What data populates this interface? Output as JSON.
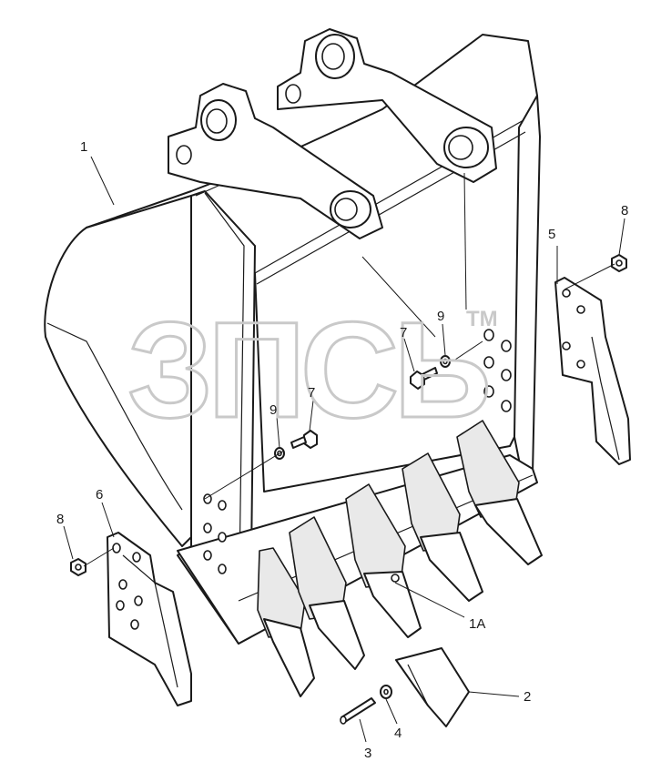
{
  "watermark": {
    "text": "ЗПСЬ",
    "trademark": "TM"
  },
  "callouts": [
    {
      "id": "1",
      "label": "1"
    },
    {
      "id": "1A",
      "label": "1A"
    },
    {
      "id": "2",
      "label": "2"
    },
    {
      "id": "3",
      "label": "3"
    },
    {
      "id": "4",
      "label": "4"
    },
    {
      "id": "5",
      "label": "5"
    },
    {
      "id": "6",
      "label": "6"
    },
    {
      "id": "7a",
      "label": "7"
    },
    {
      "id": "7b",
      "label": "7"
    },
    {
      "id": "8a",
      "label": "8"
    },
    {
      "id": "8b",
      "label": "8"
    },
    {
      "id": "9a",
      "label": "9"
    },
    {
      "id": "9b",
      "label": "9"
    }
  ]
}
